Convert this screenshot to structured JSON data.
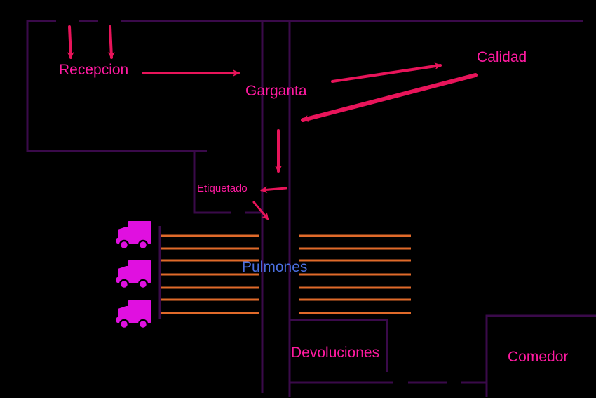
{
  "colors": {
    "background": "#000000",
    "walls": "#3a0a4a",
    "arrows": "#e8145a",
    "labels": "#ff1aa0",
    "racks": "#e06a2a",
    "trucks": "#e010e0",
    "zone_label_blue": "#4b6fe0"
  },
  "areas": {
    "recepcion": "Recepcion",
    "garganta": "Garganta",
    "calidad": "Calidad",
    "etiquetado": "Etiquetado",
    "pulmones": "Pulmones",
    "devoluciones": "Devoluciones",
    "comedor": "Comedor"
  },
  "icons": {
    "truck": "truck-icon",
    "arrow": "flow-arrow"
  },
  "truck_count": 3,
  "rack_rows_per_side": 7
}
